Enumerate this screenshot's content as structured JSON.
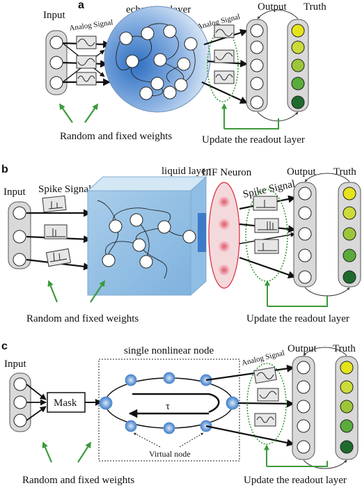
{
  "panel_a": {
    "letter": "a",
    "input_label": "Input",
    "reservoir_label": "echo state layer",
    "signal_in_label": "Analog Signal",
    "signal_out_label": "Analog Signal",
    "output_label": "Output",
    "truth_label": "Truth",
    "weights_label": "Random and fixed weights",
    "readout_label": "Update the readout layer"
  },
  "panel_b": {
    "letter": "b",
    "input_label": "Input",
    "signal_in_label": "Spike Signal",
    "reservoir_label": "liquid layer",
    "lif_label": "LIF Neuron",
    "signal_out_label": "Spike Signal",
    "output_label": "Output",
    "truth_label": "Truth",
    "weights_label": "Random and fixed weights",
    "readout_label": "Update the readout layer"
  },
  "panel_c": {
    "letter": "c",
    "input_label": "Input",
    "mask_label": "Mask",
    "node_label": "single nonlinear node",
    "tau_label": "τ",
    "virtual_label": "Virtual node",
    "signal_out_label": "Analog Signal",
    "output_label": "Output",
    "truth_label": "Truth",
    "weights_label": "Random and fixed weights",
    "readout_label": "Update the readout layer"
  },
  "colors": {
    "truth_1": "#e5e41c",
    "truth_2": "#cbdb3a",
    "truth_3": "#9cc63a",
    "truth_4": "#5aab3c",
    "truth_5": "#1f6b2e",
    "feedback_arrow": "#3a9a3a",
    "reservoir_blue": "#2f6fc2",
    "lif_red": "#d9263a"
  }
}
